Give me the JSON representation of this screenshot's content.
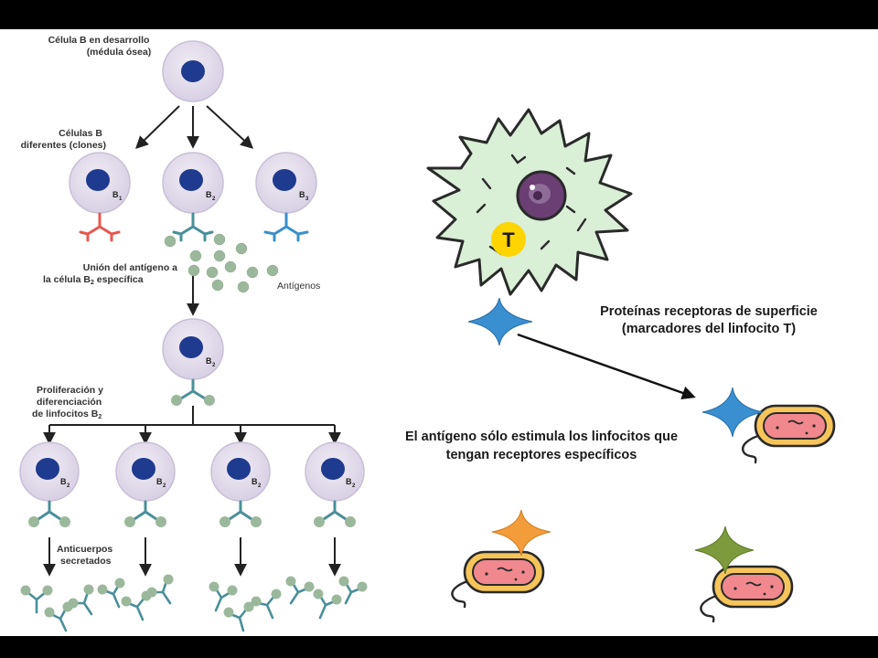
{
  "left_panel": {
    "developing_b_cell": [
      "Célula B en desarrollo",
      "(médula ósea)"
    ],
    "different_b_cells": [
      "Células B",
      "diferentes (clones)"
    ],
    "clone_labels": [
      "B",
      "B",
      "B"
    ],
    "clone_subscripts": [
      "1",
      "2",
      "3"
    ],
    "antigen_binding": [
      "Unión del antígeno a",
      "la célula B",
      " específica"
    ],
    "antigen_binding_subscript": "2",
    "antigens_label": "Antígenos",
    "selected_cell_label": "B",
    "selected_cell_subscript": "2",
    "proliferation": [
      "Proliferación y",
      "diferenciación",
      "de linfocitos B"
    ],
    "proliferation_subscript": "2",
    "daughter_label": "B",
    "daughter_subscript": "2",
    "secreted_antibodies": [
      "Anticuerpos",
      "secretados"
    ]
  },
  "right_panel": {
    "t_cell_letter": "T",
    "receptor_proteins": [
      "Proteínas receptoras de superficie",
      "(marcadores del linfocito T)"
    ],
    "antigen_statement": [
      "El antígeno sólo estimula los linfocitos que",
      "tengan receptores específicos"
    ]
  },
  "colors": {
    "cell_fill": "#e3dcec",
    "nucleus": "#1f3b8f",
    "receptor_teal": "#4a8f9a",
    "receptor_red": "#e8574e",
    "receptor_blue": "#3a8fc9",
    "antigen_ball": "#9cb89c",
    "t_cell_body": "#d9efd6",
    "t_cell_nucleus": "#6b3f73",
    "t_label_fill": "#ffd500",
    "star_blue": "#3a8fd0",
    "star_orange": "#f39c3a",
    "star_olive": "#7d9a3c",
    "bacteria_body": "#f0888e",
    "bacteria_rim": "#f6c55a"
  },
  "icons": [
    "b-cell-icon",
    "y-receptor-icon",
    "antigen-ball-icon",
    "t-cell-icon",
    "star-antigen-icon",
    "bacterium-icon",
    "arrow-icon"
  ]
}
